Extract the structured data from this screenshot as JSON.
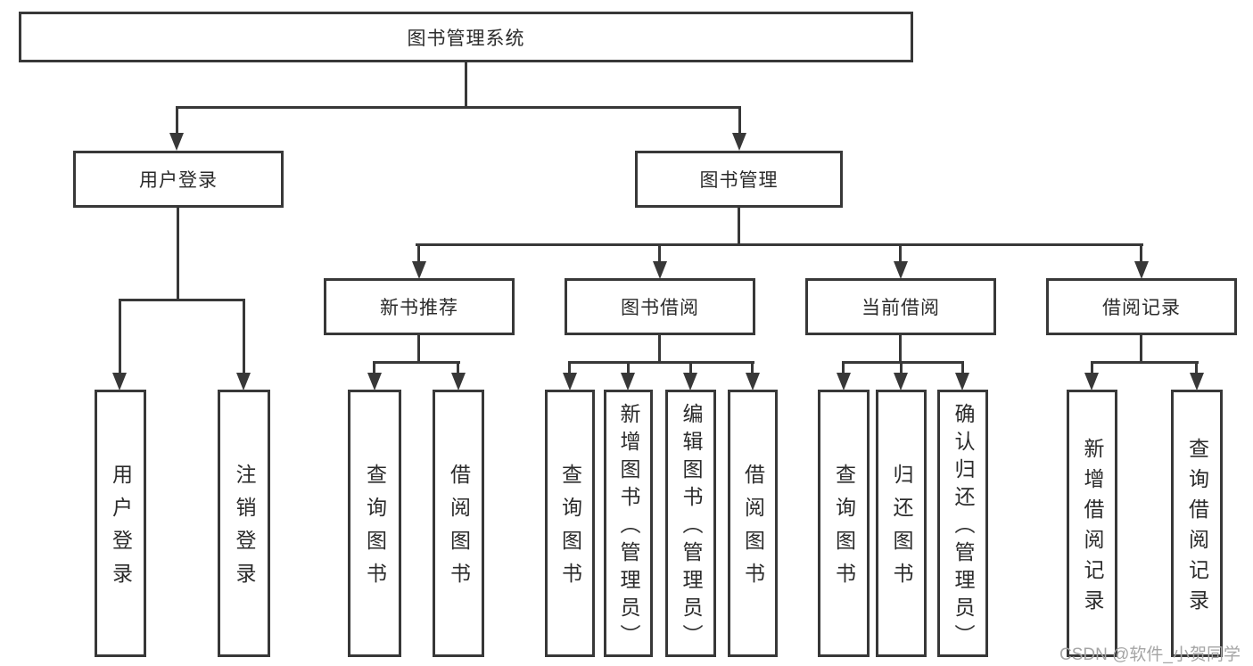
{
  "title": "图书管理系统",
  "tree": {
    "label": "图书管理系统",
    "children": [
      {
        "label": "用户登录",
        "children": [
          {
            "label": "用户登录"
          },
          {
            "label": "注销登录"
          }
        ]
      },
      {
        "label": "图书管理",
        "children": [
          {
            "label": "新书推荐",
            "children": [
              {
                "label": "查询图书"
              },
              {
                "label": "借阅图书"
              }
            ]
          },
          {
            "label": "图书借阅",
            "children": [
              {
                "label": "查询图书"
              },
              {
                "label": "新增图书（管理员）"
              },
              {
                "label": "编辑图书（管理员）"
              },
              {
                "label": "借阅图书"
              }
            ]
          },
          {
            "label": "当前借阅",
            "children": [
              {
                "label": "查询图书"
              },
              {
                "label": "归还图书"
              },
              {
                "label": "确认归还（管理员）"
              }
            ]
          },
          {
            "label": "借阅记录",
            "children": [
              {
                "label": "新增借阅记录"
              },
              {
                "label": "查询借阅记录"
              }
            ]
          }
        ]
      }
    ]
  },
  "watermark": {
    "text": "CSDN @软件_小贺同学"
  },
  "colors": {
    "line": "#383838",
    "text": "#2b2b2b",
    "watermark": "#a5a5a5",
    "background": "#ffffff"
  }
}
